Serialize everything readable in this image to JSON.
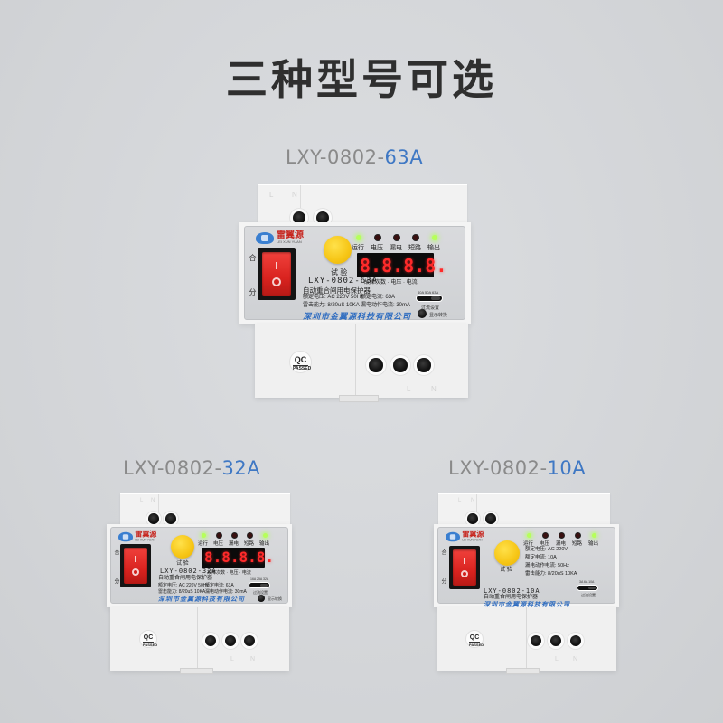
{
  "headline": "三种型号可选",
  "colors": {
    "background": "#d5d7da",
    "headline": "#2f2f2f",
    "model_prefix": "#8a8a8a",
    "model_suffix": "#3f78c4",
    "company_text": "#2e6cc0",
    "rocker_red": "#d9231f",
    "test_button_yellow": "#f6c515",
    "led_on_green": "#b6ff5a",
    "display_red": "#ff2a2a"
  },
  "products": [
    {
      "label_prefix": "LXY-0802-",
      "label_suffix": "63A",
      "brand": "雷翼源",
      "brand_en": "LEI XUN YUAN",
      "switch_on_label": "合",
      "switch_off_label": "分",
      "test_label": "试 验",
      "model": "LXY-0802-63A",
      "product_name": "自动重合闸用电保护器",
      "specs": [
        "额定电压: AC 220V 50Hz",
        "雷击能力: 8/20uS 10KA"
      ],
      "specs_right": [
        "额定电流: 63A",
        "漏电动作电流: 30mA"
      ],
      "indicators": [
        {
          "label": "运行",
          "on": true
        },
        {
          "label": "电压",
          "on": false
        },
        {
          "label": "漏电",
          "on": false
        },
        {
          "label": "短路",
          "on": false
        },
        {
          "label": "输出",
          "on": true
        }
      ],
      "display_digits": [
        "8.",
        "8.",
        "8.",
        "8."
      ],
      "display_caption": "故障次数 · 电压 · 电流",
      "range_switch_ticks": "40A 50A 63A",
      "range_switch_label": "过流设置",
      "display_toggle_label": "显示转换",
      "company": "深圳市金翼源科技有限公司",
      "qc_top": "QC",
      "qc_bottom": "PASSED",
      "terminal_top_labels": [
        "L",
        "N"
      ],
      "terminal_bottom_labels": [
        "L",
        "N"
      ]
    },
    {
      "label_prefix": "LXY-0802-",
      "label_suffix": "32A",
      "brand": "雷翼源",
      "brand_en": "LEI XUN YUAN",
      "switch_on_label": "合",
      "switch_off_label": "分",
      "test_label": "试 验",
      "model": "LXY-0802-32A",
      "product_name": "自动重合闸用电保护器",
      "specs": [
        "额定电压: AC 220V 50Hz",
        "雷击能力: 8/20uS 10KA"
      ],
      "specs_right": [
        "额定电流: 63A",
        "漏电动作电流: 30mA"
      ],
      "indicators": [
        {
          "label": "运行",
          "on": true
        },
        {
          "label": "电压",
          "on": false
        },
        {
          "label": "漏电",
          "on": false
        },
        {
          "label": "短路",
          "on": false
        },
        {
          "label": "输出",
          "on": true
        }
      ],
      "display_digits": [
        "8.",
        "8.",
        "8.",
        "8."
      ],
      "display_caption": "故障次数 · 电压 · 电流",
      "range_switch_ticks": "16A 25A 32A",
      "range_switch_label": "过流设置",
      "display_toggle_label": "显示转换",
      "company": "深圳市金翼源科技有限公司",
      "qc_top": "QC",
      "qc_bottom": "PASSED",
      "terminal_top_labels": [
        "L",
        "N"
      ],
      "terminal_bottom_labels": [
        "L",
        "N"
      ]
    },
    {
      "label_prefix": "LXY-0802-",
      "label_suffix": "10A",
      "brand": "雷翼源",
      "brand_en": "LEI XUN YUAN",
      "switch_on_label": "合",
      "switch_off_label": "分",
      "test_label": "试 验",
      "model": "LXY-0802-10A",
      "product_name": "自动重合闸用电保护器",
      "specs": [
        "额定电压: AC 220V",
        "额定电流: 10A",
        "漏电动作电流: 50Hz",
        "雷击能力: 8/20uS 10KA"
      ],
      "indicators": [
        {
          "label": "运行",
          "on": true
        },
        {
          "label": "电压",
          "on": false
        },
        {
          "label": "漏电",
          "on": false
        },
        {
          "label": "短路",
          "on": false
        },
        {
          "label": "输出",
          "on": true
        }
      ],
      "range_switch_ticks": "3A 6A 10A",
      "range_switch_label": "过流设置",
      "company": "深圳市金翼源科技有限公司",
      "qc_top": "QC",
      "qc_bottom": "PASSED",
      "terminal_top_labels": [
        "L",
        "N"
      ],
      "terminal_bottom_labels": [
        "L",
        "N"
      ]
    }
  ]
}
